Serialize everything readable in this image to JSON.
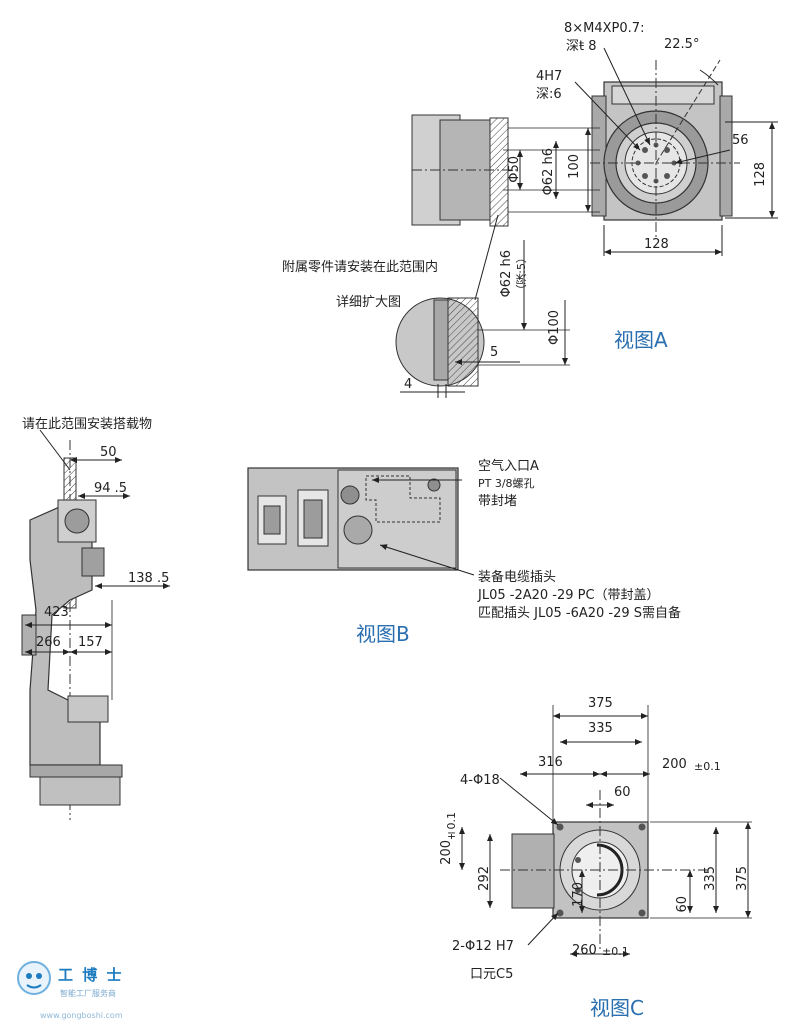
{
  "views": {
    "a_title": "视图A",
    "b_title": "视图B",
    "c_title": "视图C"
  },
  "view_a": {
    "bolt_spec_1": "8×M4XP0.7:",
    "bolt_spec_2": "深ŧ 8",
    "angle": "22.5°",
    "hole_spec_1": "4H7",
    "hole_spec_2": "深:6",
    "dim_56": "56",
    "dim_128_h": "128",
    "dim_128_v": "128",
    "dim_phi50": "Φ50",
    "dim_phi62": "Φ62 h6",
    "dim_100": "100",
    "note_range": "附属零件请安装在此范围内",
    "detail_title": "详细扩大图",
    "detail_phi62": "Φ62 h6",
    "detail_depth": "（深:5）",
    "detail_phi100": "Φ100",
    "detail_5": "5",
    "detail_4": "4"
  },
  "side_view": {
    "note": "请在此范围安装搭载物",
    "dim_50": "50",
    "dim_94_5": "94 .5",
    "dim_138_5": "138 .5",
    "dim_423": "423",
    "dim_266": "266",
    "dim_157": "157"
  },
  "view_b": {
    "air_inlet_1": "空气入口A",
    "air_inlet_2": "PT 3/8螺孔",
    "air_inlet_3": "带封堵",
    "cable_1": "装备电缆插头",
    "cable_2": "JL05 -2A20 -29 PC（带封盖）",
    "cable_3": "匹配插头 JL05 -6A20 -29 S需自备"
  },
  "view_c": {
    "dim_375_top": "375",
    "dim_335_top": "335",
    "dim_316": "316",
    "dim_200_top": "200",
    "tol_200_top": "±0.1",
    "dim_60_top": "60",
    "holes_4": "4-Φ18",
    "dim_200_left": "200",
    "tol_200_left": "±0.1",
    "dim_292": "292",
    "dim_170": "170",
    "dim_335_right": "335",
    "dim_375_right": "375",
    "dim_60_right": "60",
    "holes_2": "2-Φ12 H7",
    "dim_260": "260",
    "tol_260": "±0.1",
    "c5": "口元C5"
  },
  "watermark": {
    "brand": "工 博 士",
    "sub": "智能工厂服务商",
    "url": "www.gongboshi.com"
  },
  "colors": {
    "body_gray": "#b9b9b9",
    "dark_gray": "#7a7a7a",
    "line": "#222222",
    "title_blue": "#2a6fb0"
  }
}
